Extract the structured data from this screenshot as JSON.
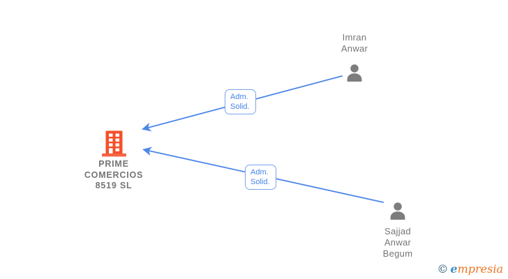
{
  "company": {
    "lines": [
      "PRIME",
      "COMERCIOS",
      "8519 SL"
    ]
  },
  "persons": {
    "imran": {
      "lines": [
        "Imran",
        "Anwar"
      ]
    },
    "sajjad": {
      "lines": [
        "Sajjad",
        "Anwar",
        "Begum"
      ]
    }
  },
  "edges": {
    "top": {
      "lines": [
        "Adm.",
        "Solid."
      ]
    },
    "bottom": {
      "lines": [
        "Adm.",
        "Solid."
      ]
    }
  },
  "watermark": {
    "copyright": "©",
    "logo_first_letter": "e",
    "logo_rest": "mpresia"
  },
  "colors": {
    "background": "#ffffff",
    "arrow": "#4d86e8",
    "arrow_label": "#4583e8",
    "label_border": "#7ba3ee",
    "building": "#f4512b",
    "person": "#7d7d7d",
    "text": "#757575",
    "logo_copyright": "#2a6079",
    "logo_blue": "#3b8fc0",
    "logo_orange": "#ee7320"
  }
}
